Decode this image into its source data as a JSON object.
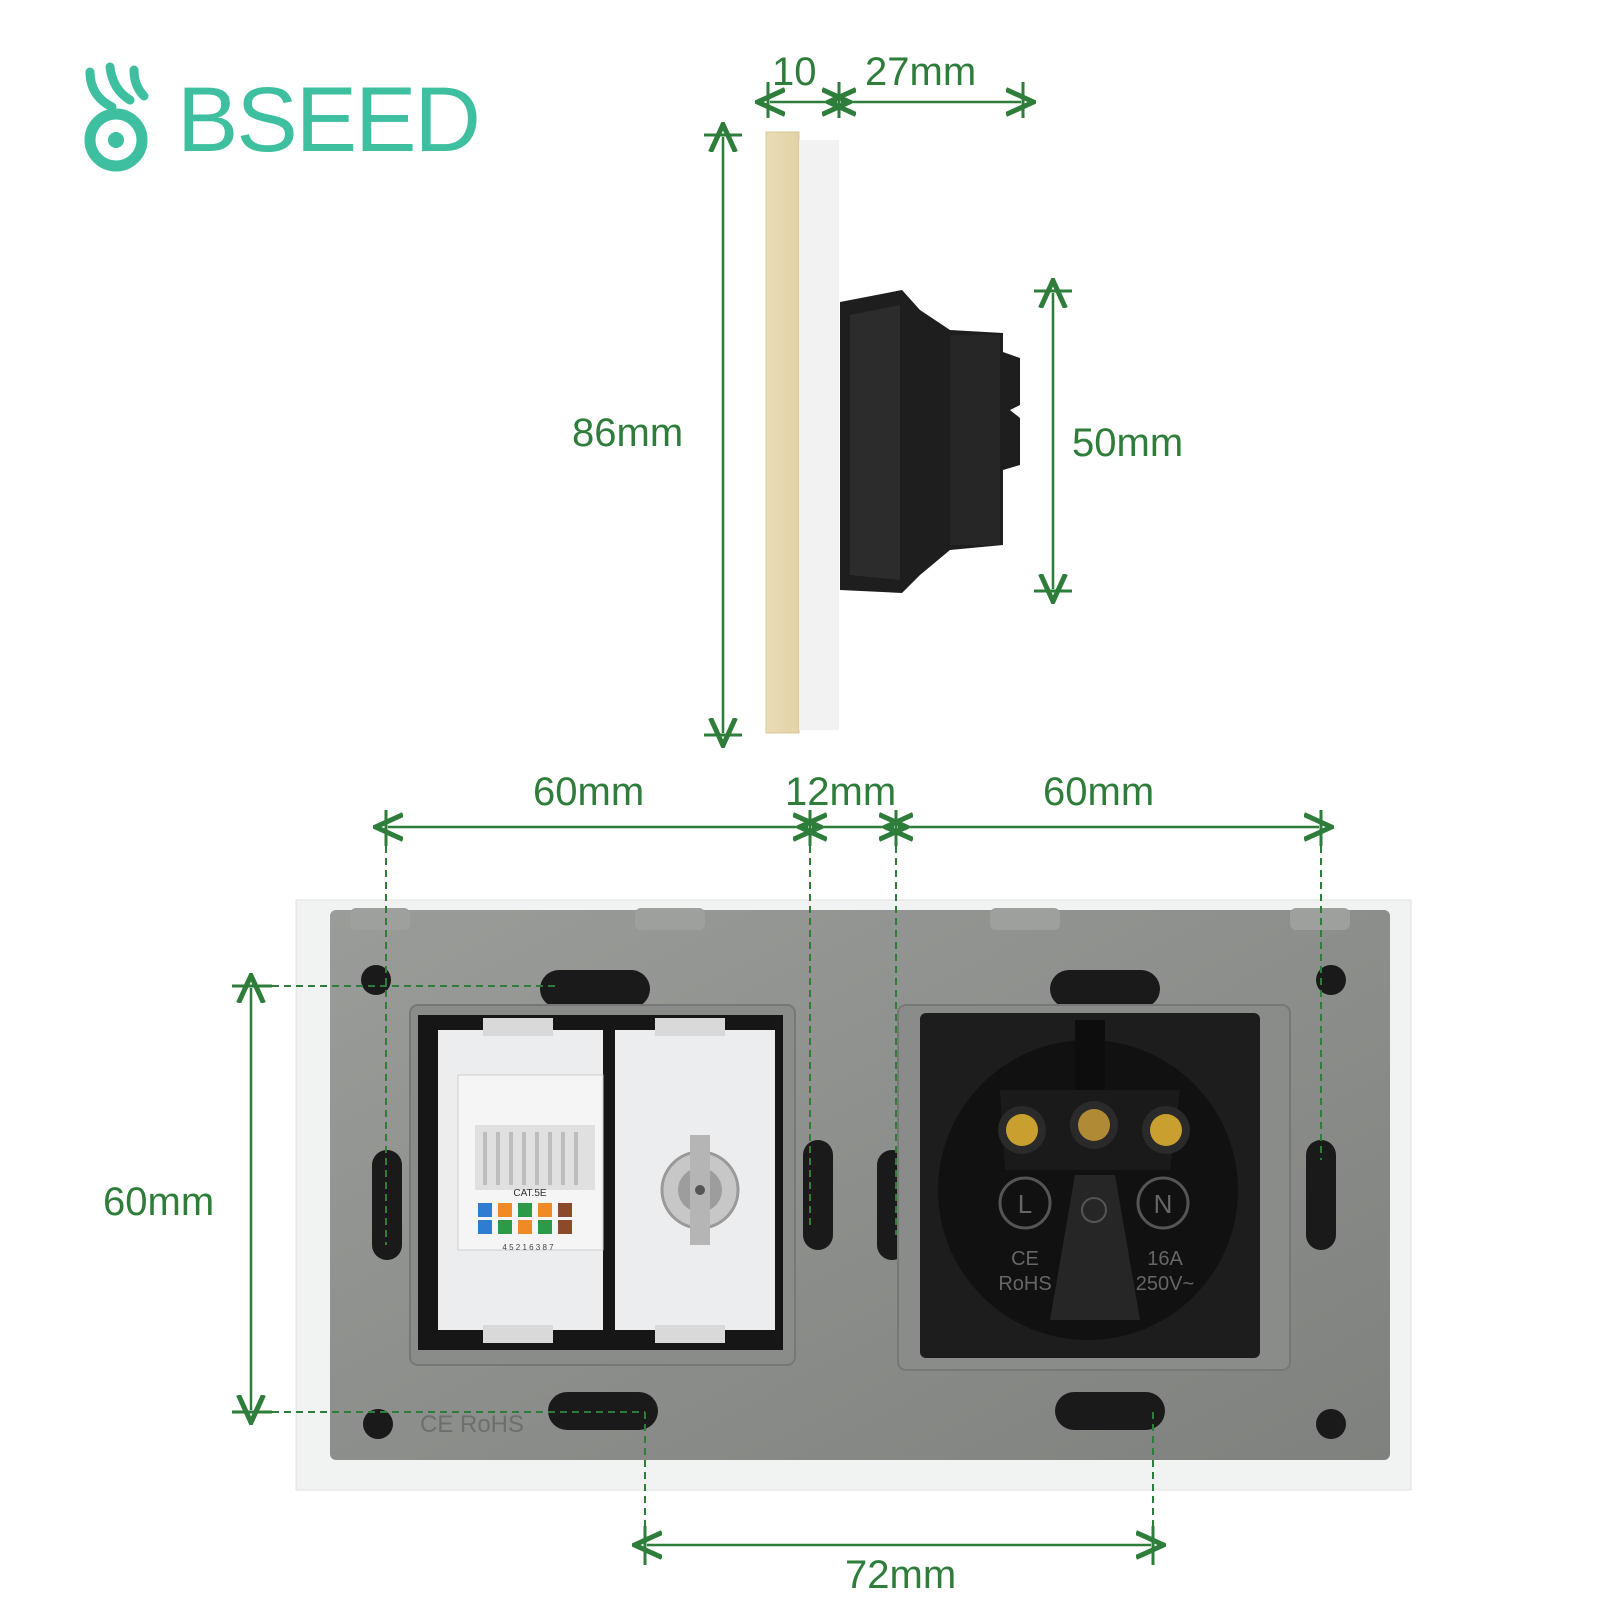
{
  "brand": {
    "name": "BSEED",
    "color": "#3dbfa0"
  },
  "side_view": {
    "thickness_front": "10",
    "depth_back": "27mm",
    "plate_height": "86mm",
    "module_height": "50mm"
  },
  "front_view": {
    "left_module_width": "60mm",
    "gap_width": "12mm",
    "right_module_width": "60mm",
    "module_height": "60mm",
    "screw_spacing": "72mm",
    "left_module_labels": {
      "cat_label": "CAT.5E",
      "pin_numbers": "4 5 2 1 6 3 8 7",
      "cert_mark": "CE RoHS"
    },
    "right_module_labels": {
      "live": "L",
      "neutral": "N",
      "cert": "CE",
      "rohs": "RoHS",
      "current": "16A",
      "voltage": "250V~"
    }
  },
  "colors": {
    "dimension": "#2f7d3a",
    "plate": "#8e908d",
    "gold_edge": "#e9dcb6",
    "module_black": "#1b1b1b"
  }
}
